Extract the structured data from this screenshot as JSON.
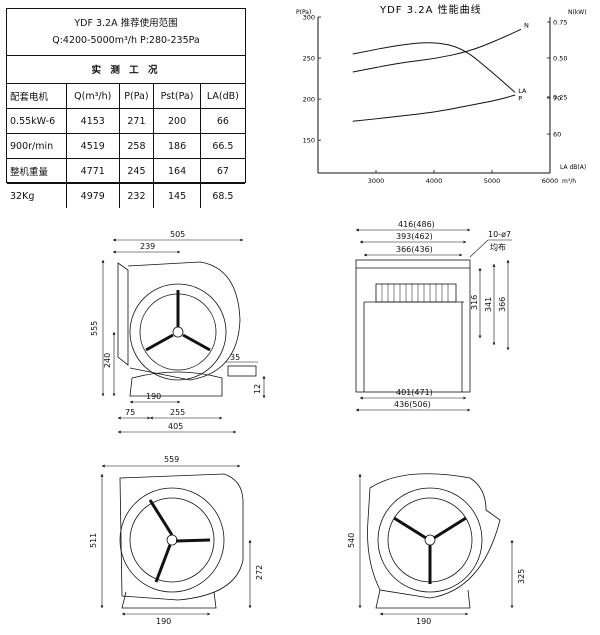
{
  "spec_table": {
    "title": "YDF 3.2A 推荐使用范围",
    "range": "Q:4200-5000m³/h  P:280-235Pa",
    "section_title": "实 测 工 况",
    "headers": [
      "Q(m³/h)",
      "P(Pa)",
      "Pst(Pa)",
      "LA(dB)"
    ],
    "motor_labels": [
      "配套电机",
      "0.55kW-6",
      "900r/min",
      "整机重量",
      "32Kg"
    ],
    "rows": [
      [
        "4153",
        "271",
        "200",
        "66"
      ],
      [
        "4519",
        "258",
        "186",
        "66.5"
      ],
      [
        "4771",
        "245",
        "164",
        "67"
      ],
      [
        "4979",
        "232",
        "145",
        "68.5"
      ]
    ]
  },
  "chart_data": {
    "type": "line",
    "title": "YDF  3.2A  性能曲线",
    "x_unit": "m³/h",
    "left_axis_unit": "P(Pa)",
    "right_axis_top_unit": "N(kW)",
    "right_axis_bottom_unit": "LA dB(A)",
    "x_ticks": [
      3000,
      4000,
      5000,
      6000
    ],
    "y_ticks": [
      150,
      200,
      250,
      300
    ],
    "right_top_ticks": [
      "0.75",
      "0.50",
      "0.25"
    ],
    "right_bottom_ticks": [
      "70",
      "60"
    ],
    "xlim": [
      2000,
      6000
    ],
    "ylim": [
      110,
      300
    ],
    "series": [
      {
        "name": "P",
        "points": [
          [
            2600,
            255
          ],
          [
            3400,
            266
          ],
          [
            4000,
            270
          ],
          [
            4500,
            262
          ],
          [
            5000,
            233
          ],
          [
            5400,
            208
          ]
        ]
      },
      {
        "name": "N",
        "points": [
          [
            2600,
            233
          ],
          [
            3400,
            244
          ],
          [
            4000,
            249
          ],
          [
            4600,
            258
          ],
          [
            5100,
            272
          ],
          [
            5500,
            285
          ]
        ]
      },
      {
        "name": "LA",
        "points": [
          [
            2600,
            173
          ],
          [
            3400,
            179
          ],
          [
            4000,
            184
          ],
          [
            4600,
            192
          ],
          [
            5100,
            199
          ],
          [
            5400,
            205
          ]
        ]
      }
    ]
  },
  "drawings": {
    "side_view": {
      "d_505": "505",
      "d_239": "239",
      "d_555": "555",
      "d_240": "240",
      "d_35": "35",
      "d_12": "12",
      "d_190": "190",
      "d_75": "75",
      "d_255": "255",
      "d_405": "405"
    },
    "front_view": {
      "d_416": "416(486)",
      "d_393": "393(462)",
      "d_366": "366(436)",
      "holes": "10-ø7",
      "holes_note": "均布",
      "d_316": "316",
      "d_341": "341",
      "d_366v": "366",
      "d_401": "401(471)",
      "d_436": "436(506)"
    },
    "bottom_left_view": {
      "d_559": "559",
      "d_511": "511",
      "d_272": "272",
      "d_190": "190"
    },
    "bottom_right_view": {
      "d_540": "540",
      "d_325": "325",
      "d_190": "190"
    }
  }
}
